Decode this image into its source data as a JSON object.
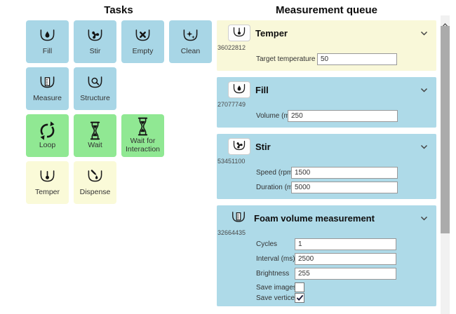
{
  "colors": {
    "task_blue": "#a8d6e6",
    "task_green": "#90e893",
    "task_cream": "#fafad8",
    "card_blue": "#aedae8",
    "card_cream": "#f9f8d9"
  },
  "left_panel": {
    "title": "Tasks",
    "rows": [
      [
        {
          "label": "Fill",
          "icon": "fill-icon",
          "color": "blue"
        },
        {
          "label": "Stir",
          "icon": "stir-icon",
          "color": "blue"
        },
        {
          "label": "Empty",
          "icon": "empty-icon",
          "color": "blue"
        },
        {
          "label": "Clean",
          "icon": "clean-icon",
          "color": "blue"
        }
      ],
      [
        {
          "label": "Measure",
          "icon": "measure-icon",
          "color": "blue"
        },
        {
          "label": "Structure",
          "icon": "structure-icon",
          "color": "blue"
        }
      ],
      [
        {
          "label": "Loop",
          "icon": "loop-icon",
          "color": "green"
        },
        {
          "label": "Wait",
          "icon": "wait-icon",
          "color": "green"
        },
        {
          "label": "Wait for Interaction",
          "icon": "wait-interaction-icon",
          "color": "green"
        }
      ],
      [
        {
          "label": "Temper",
          "icon": "temper-icon",
          "color": "cream"
        },
        {
          "label": "Dispense",
          "icon": "dispense-icon",
          "color": "cream"
        }
      ]
    ]
  },
  "queue_panel": {
    "title": "Measurement queue",
    "cards": [
      {
        "title": "Temper",
        "id": "36022812",
        "color": "cream",
        "icon": "temper-icon",
        "icon_boxed": true,
        "fields": [
          {
            "type": "text",
            "label": "Target temperature (°C)",
            "value": "50"
          }
        ]
      },
      {
        "title": "Fill",
        "id": "27077749",
        "color": "blue",
        "icon": "fill-icon",
        "icon_boxed": true,
        "fields": [
          {
            "type": "text",
            "label": "Volume (ml)",
            "value": "250"
          }
        ]
      },
      {
        "title": "Stir",
        "id": "53451100",
        "color": "blue",
        "icon": "stir-icon",
        "icon_boxed": true,
        "fields": [
          {
            "type": "text",
            "label": "Speed (rpm)",
            "value": "1500"
          },
          {
            "type": "text",
            "label": "Duration (ms)",
            "value": "5000"
          }
        ]
      },
      {
        "title": "Foam volume measurement",
        "id": "32664435",
        "color": "blue",
        "icon": "measure-icon",
        "icon_boxed": false,
        "fields": [
          {
            "type": "text",
            "label": "Cycles",
            "value": "1"
          },
          {
            "type": "text",
            "label": "Interval (ms)",
            "value": "2500"
          },
          {
            "type": "text",
            "label": "Brightness",
            "value": "255"
          },
          {
            "type": "checkbox",
            "label": "Save images",
            "checked": false
          },
          {
            "type": "checkbox",
            "label": "Save vertices",
            "checked": true
          }
        ]
      }
    ]
  }
}
